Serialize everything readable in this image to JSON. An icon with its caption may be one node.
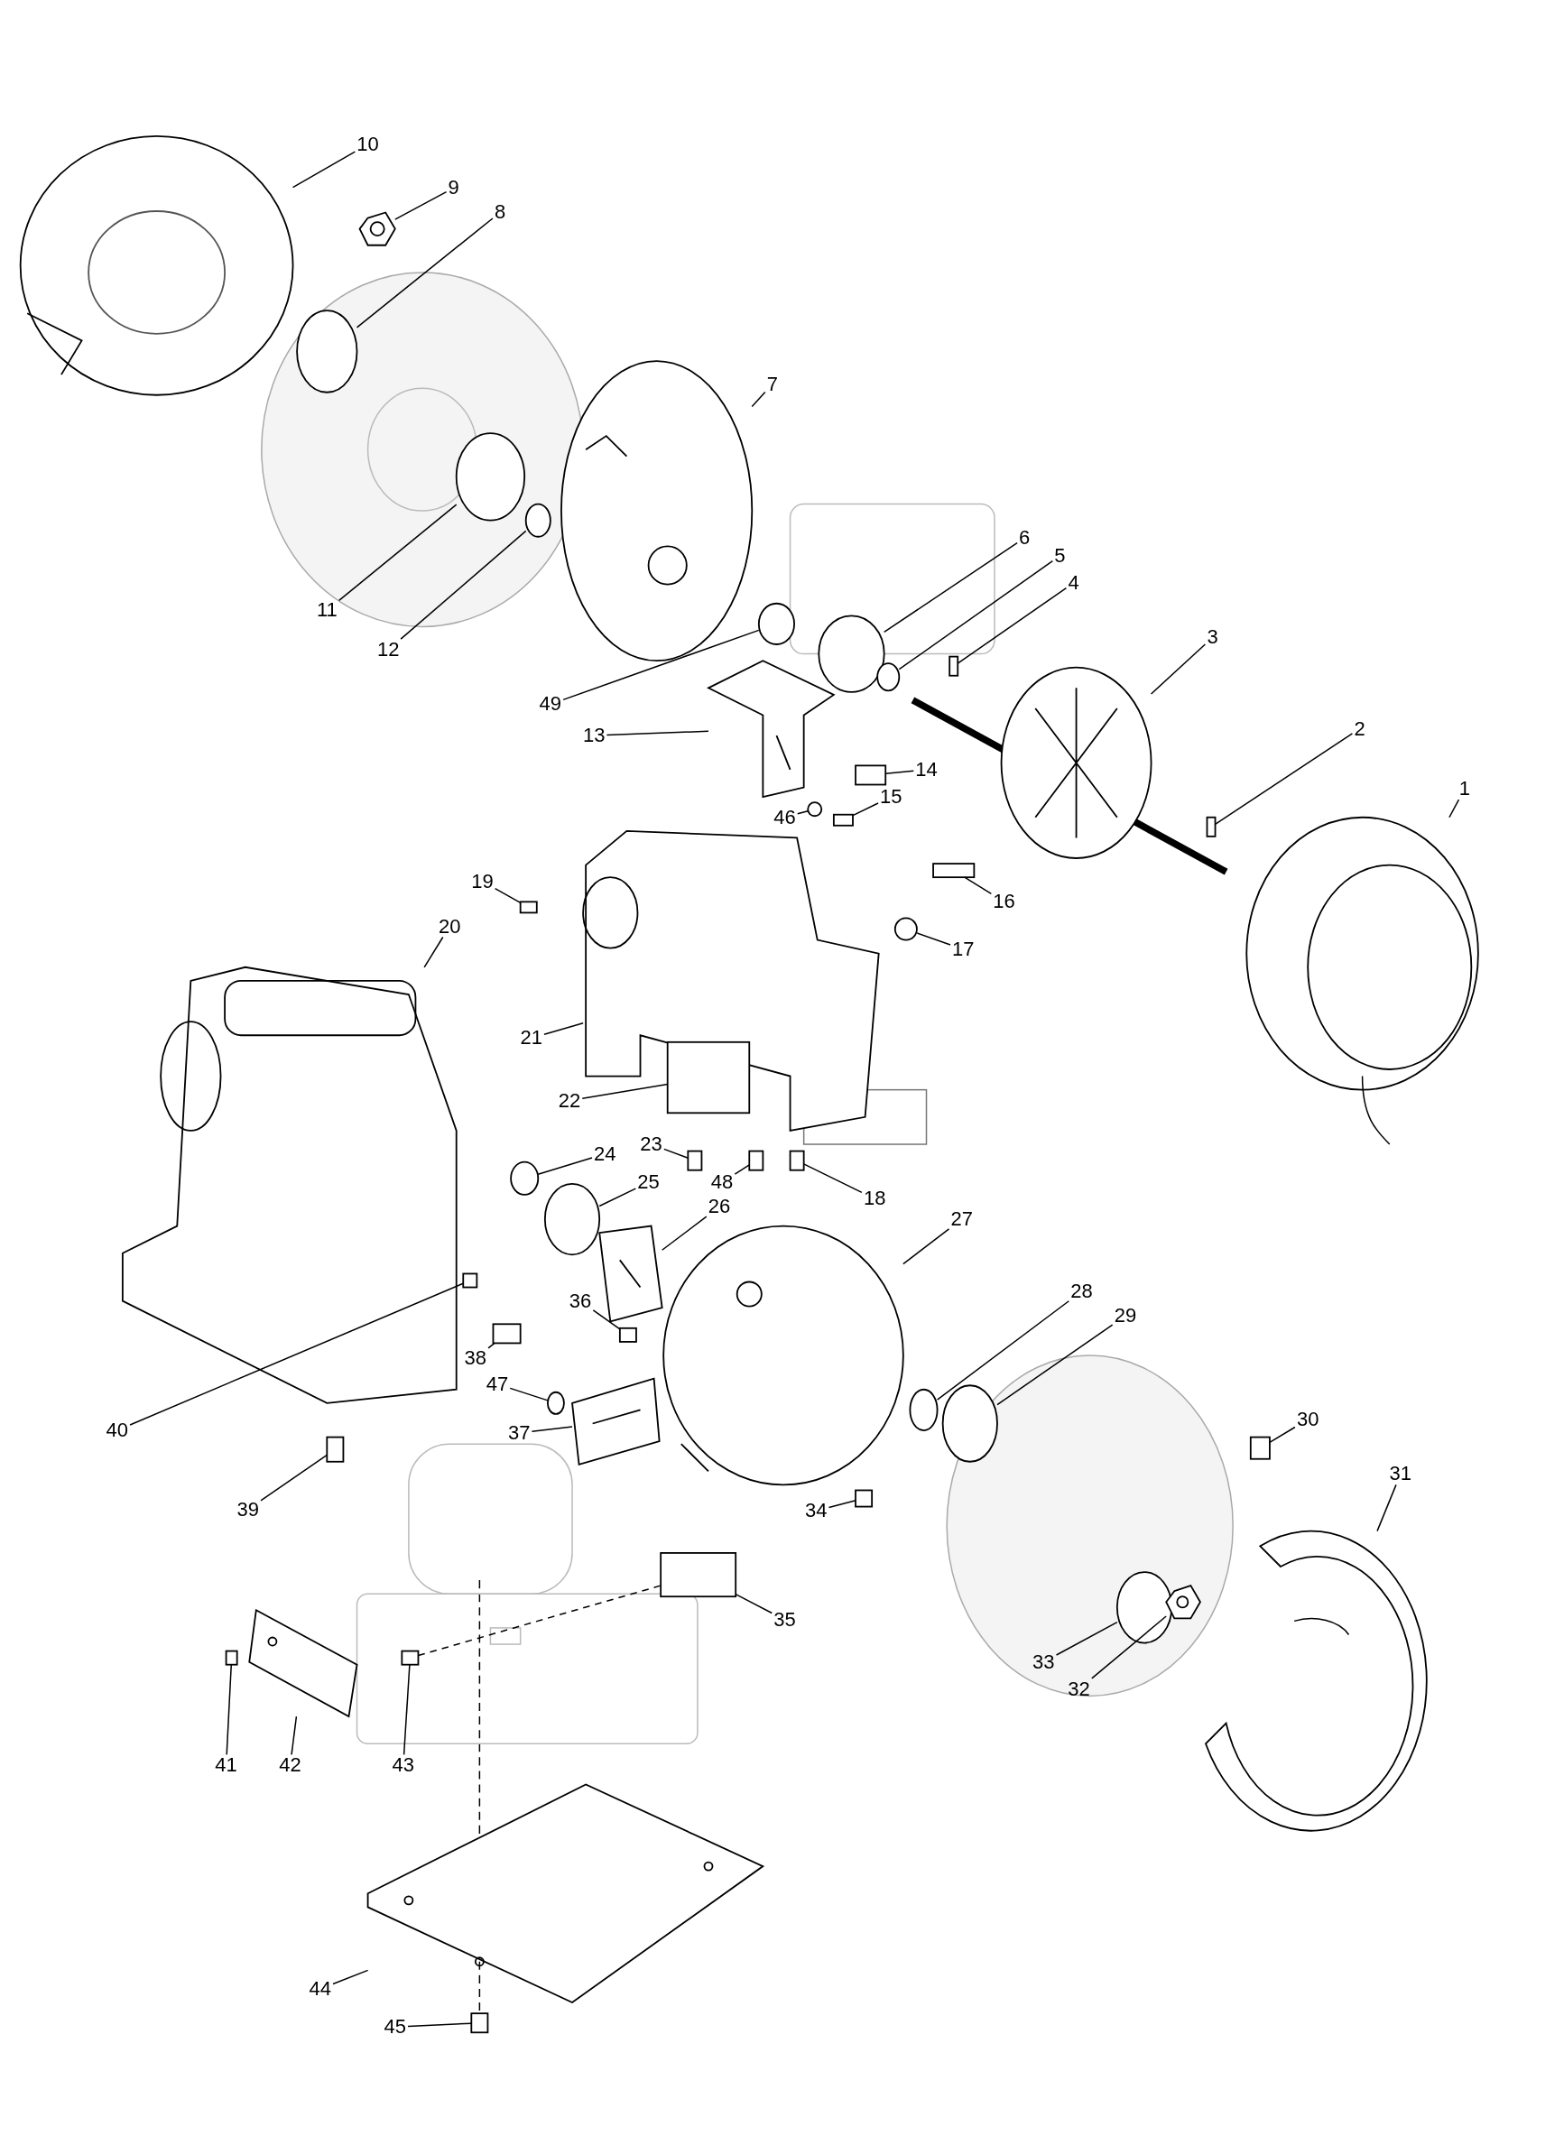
{
  "diagram": {
    "nodes": [
      {
        "text": [
          "10"
        ]
      },
      {
        "text": [
          "9"
        ]
      },
      {
        "text": [
          "8"
        ]
      },
      {
        "text": [
          "7"
        ]
      },
      {
        "text": [
          "11"
        ]
      },
      {
        "text": [
          "12"
        ]
      },
      {
        "text": [
          "6"
        ]
      },
      {
        "text": [
          "5"
        ]
      },
      {
        "text": [
          "4"
        ]
      },
      {
        "text": [
          "3"
        ]
      },
      {
        "text": [
          "49"
        ]
      },
      {
        "text": [
          "13"
        ]
      },
      {
        "text": [
          "2"
        ]
      },
      {
        "text": [
          "14"
        ]
      },
      {
        "text": [
          "46"
        ]
      },
      {
        "text": [
          "1"
        ]
      },
      {
        "text": [
          "15"
        ]
      },
      {
        "text": [
          "19"
        ]
      },
      {
        "text": [
          "16"
        ]
      },
      {
        "text": [
          "17"
        ]
      },
      {
        "text": [
          "20"
        ]
      },
      {
        "text": [
          "21"
        ]
      },
      {
        "text": [
          "22"
        ]
      },
      {
        "text": [
          "23"
        ]
      },
      {
        "text": [
          "24"
        ]
      },
      {
        "text": [
          "25"
        ]
      },
      {
        "text": [
          "48"
        ]
      },
      {
        "text": [
          "18"
        ]
      },
      {
        "text": [
          "26"
        ]
      },
      {
        "text": [
          "27"
        ]
      },
      {
        "text": [
          "36"
        ]
      },
      {
        "text": [
          "28"
        ]
      },
      {
        "text": [
          "29"
        ]
      },
      {
        "text": [
          "38"
        ]
      },
      {
        "text": [
          "47"
        ]
      },
      {
        "text": [
          "40"
        ]
      },
      {
        "text": [
          "37"
        ]
      },
      {
        "text": [
          "30"
        ]
      },
      {
        "text": [
          "31"
        ]
      },
      {
        "text": [
          "34"
        ]
      },
      {
        "text": [
          "39"
        ]
      },
      {
        "text": [
          "35"
        ]
      },
      {
        "text": [
          "33"
        ]
      },
      {
        "text": [
          "32"
        ]
      },
      {
        "text": [
          "41"
        ]
      },
      {
        "text": [
          "42"
        ]
      },
      {
        "text": [
          "43"
        ]
      },
      {
        "text": [
          "44"
        ]
      },
      {
        "text": [
          "45"
        ]
      },
      {
        "text": [],
        "shape": "picture"
      },
      {
        "text": [],
        "shape": "picture"
      },
      {
        "text": [],
        "shape": "circle"
      },
      {
        "text": [],
        "shape": "picture"
      },
      {
        "text": [],
        "shape": "circle"
      },
      {
        "text": [],
        "shape": "circle"
      },
      {
        "text": [],
        "shape": "circle"
      },
      {
        "text": [],
        "shape": "circle"
      },
      {
        "text": [],
        "shape": "box"
      },
      {
        "text": [],
        "shape": "picture"
      },
      {
        "text": [],
        "shape": "circle"
      },
      {
        "text": [],
        "shape": "picture"
      },
      {
        "text": [],
        "shape": "box"
      },
      {
        "text": [],
        "shape": "box"
      },
      {
        "text": [],
        "shape": "circle"
      },
      {
        "text": [],
        "shape": "picture"
      },
      {
        "text": [],
        "shape": "box"
      },
      {
        "text": [],
        "shape": "box"
      },
      {
        "text": [],
        "shape": "box"
      },
      {
        "text": [],
        "shape": "circle"
      },
      {
        "text": [],
        "shape": "picture"
      },
      {
        "text": [],
        "shape": "picture"
      },
      {
        "text": [],
        "shape": "box"
      },
      {
        "text": [],
        "shape": "box"
      },
      {
        "text": [],
        "shape": "circle"
      },
      {
        "text": [],
        "shape": "circle"
      },
      {
        "text": [],
        "shape": "box"
      },
      {
        "text": [],
        "shape": "box"
      },
      {
        "text": [],
        "shape": "picture"
      },
      {
        "text": [],
        "shape": "picture"
      },
      {
        "text": [],
        "shape": "box"
      },
      {
        "text": [],
        "shape": "circle"
      },
      {
        "text": [],
        "shape": "circle"
      },
      {
        "text": [],
        "shape": "box"
      },
      {
        "text": [],
        "shape": "circle"
      },
      {
        "text": [],
        "shape": "box"
      },
      {
        "text": [],
        "shape": "picture"
      },
      {
        "text": [],
        "shape": "box"
      },
      {
        "text": [],
        "shape": "picture"
      },
      {
        "text": [],
        "shape": "box"
      },
      {
        "text": [],
        "shape": "box"
      },
      {
        "text": [],
        "shape": "box"
      },
      {
        "text": [],
        "shape": "circle"
      },
      {
        "text": [],
        "shape": "picture"
      },
      {
        "text": [],
        "shape": "box"
      },
      {
        "text": [],
        "shape": "picture"
      },
      {
        "text": [],
        "shape": "box"
      },
      {
        "text": [],
        "shape": "picture"
      },
      {
        "text": [],
        "shape": "box"
      }
    ],
    "edges": [
      {
        "from": 0,
        "to": 49,
        "arrow": "none"
      },
      {
        "from": 1,
        "to": 50,
        "arrow": "none"
      },
      {
        "from": 2,
        "to": 51,
        "arrow": "none"
      },
      {
        "from": 3,
        "to": 52,
        "arrow": "none"
      },
      {
        "from": 4,
        "to": 53,
        "arrow": "none"
      },
      {
        "from": 5,
        "to": 54,
        "arrow": "none"
      },
      {
        "from": 6,
        "to": 55,
        "arrow": "none"
      },
      {
        "from": 7,
        "to": 56,
        "arrow": "none"
      },
      {
        "from": 8,
        "to": 57,
        "arrow": "none"
      },
      {
        "from": 9,
        "to": 58,
        "arrow": "none"
      },
      {
        "from": 10,
        "to": 59,
        "arrow": "none"
      },
      {
        "from": 11,
        "to": 60,
        "arrow": "none"
      },
      {
        "from": 12,
        "to": 61,
        "arrow": "none"
      },
      {
        "from": 13,
        "to": 62,
        "arrow": "none"
      },
      {
        "from": 14,
        "to": 63,
        "arrow": "none"
      },
      {
        "from": 15,
        "to": 64,
        "arrow": "none"
      },
      {
        "from": 16,
        "to": 65,
        "arrow": "none"
      },
      {
        "from": 17,
        "to": 66,
        "arrow": "none"
      },
      {
        "from": 18,
        "to": 67,
        "arrow": "none"
      },
      {
        "from": 19,
        "to": 68,
        "arrow": "none"
      },
      {
        "from": 20,
        "to": 69,
        "arrow": "none"
      },
      {
        "from": 21,
        "to": 70,
        "arrow": "none"
      },
      {
        "from": 22,
        "to": 71,
        "arrow": "none"
      },
      {
        "from": 23,
        "to": 72,
        "arrow": "none"
      },
      {
        "from": 24,
        "to": 73,
        "arrow": "none"
      },
      {
        "from": 25,
        "to": 74,
        "arrow": "none"
      },
      {
        "from": 26,
        "to": 75,
        "arrow": "none"
      },
      {
        "from": 27,
        "to": 76,
        "arrow": "none"
      },
      {
        "from": 28,
        "to": 77,
        "arrow": "none"
      },
      {
        "from": 29,
        "to": 78,
        "arrow": "none"
      },
      {
        "from": 30,
        "to": 79,
        "arrow": "none"
      },
      {
        "from": 31,
        "to": 80,
        "arrow": "none"
      },
      {
        "from": 32,
        "to": 81,
        "arrow": "none"
      },
      {
        "from": 33,
        "to": 82,
        "arrow": "none"
      },
      {
        "from": 34,
        "to": 83,
        "arrow": "none"
      },
      {
        "from": 35,
        "to": 84,
        "arrow": "none"
      },
      {
        "from": 36,
        "to": 85,
        "arrow": "none"
      },
      {
        "from": 37,
        "to": 86,
        "arrow": "none"
      },
      {
        "from": 38,
        "to": 87,
        "arrow": "none"
      },
      {
        "from": 39,
        "to": 88,
        "arrow": "none"
      },
      {
        "from": 40,
        "to": 89,
        "arrow": "none"
      },
      {
        "from": 41,
        "to": 90,
        "arrow": "none"
      },
      {
        "from": 42,
        "to": 91,
        "arrow": "none"
      },
      {
        "from": 43,
        "to": 92,
        "arrow": "none"
      },
      {
        "from": 44,
        "to": 93,
        "arrow": "none"
      },
      {
        "from": 45,
        "to": 94,
        "arrow": "none"
      },
      {
        "from": 46,
        "to": 95,
        "arrow": "none"
      },
      {
        "from": 47,
        "to": 96,
        "arrow": "none"
      },
      {
        "from": 48,
        "to": 97,
        "arrow": "none"
      },
      {
        "from": 95,
        "to": 90,
        "arrow": "none",
        "style": "dashed"
      }
    ]
  }
}
